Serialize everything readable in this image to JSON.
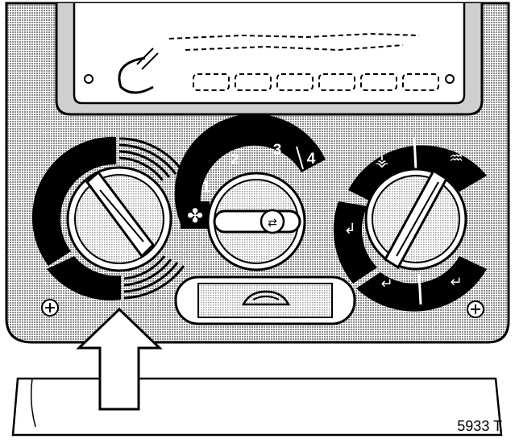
{
  "figure": {
    "number": "5933 T"
  },
  "fan_control": {
    "speed_labels": [
      "1",
      "2",
      "3",
      "4"
    ],
    "fan_icon": "fan-icon"
  },
  "airflow_control": {
    "icons": [
      "defrost-feet-icon",
      "rear-defrost-icon",
      "face-vent-icon",
      "face-feet-icon",
      "feet-icon"
    ]
  },
  "recirculation_icon": "recirculation-icon",
  "callout": {
    "icon": "arrow-up-icon"
  },
  "colors": {
    "ink": "#000000",
    "panel": "#a8a8a8",
    "paper": "#ffffff"
  }
}
